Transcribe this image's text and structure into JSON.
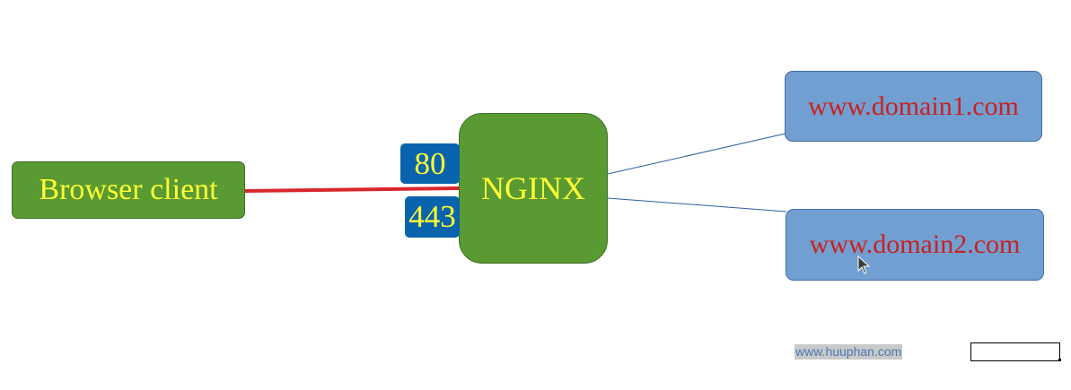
{
  "nodes": {
    "browser": "Browser client",
    "nginx": "NGINX",
    "port_http": "80",
    "port_https": "443",
    "domain1": "www.domain1.com",
    "domain2": "www.domain2.com"
  },
  "watermark": "www.huuphan.com",
  "colors": {
    "node_green": "#5a9a33",
    "node_text_yellow": "#ffff33",
    "port_blue": "#0a64ad",
    "site_blue": "#729fd2",
    "site_text_red": "#c9211e",
    "client_link_red": "#d9262b",
    "site_link_blue": "#2a5f9e"
  },
  "icons": {
    "cursor": "mouse-pointer-icon"
  }
}
